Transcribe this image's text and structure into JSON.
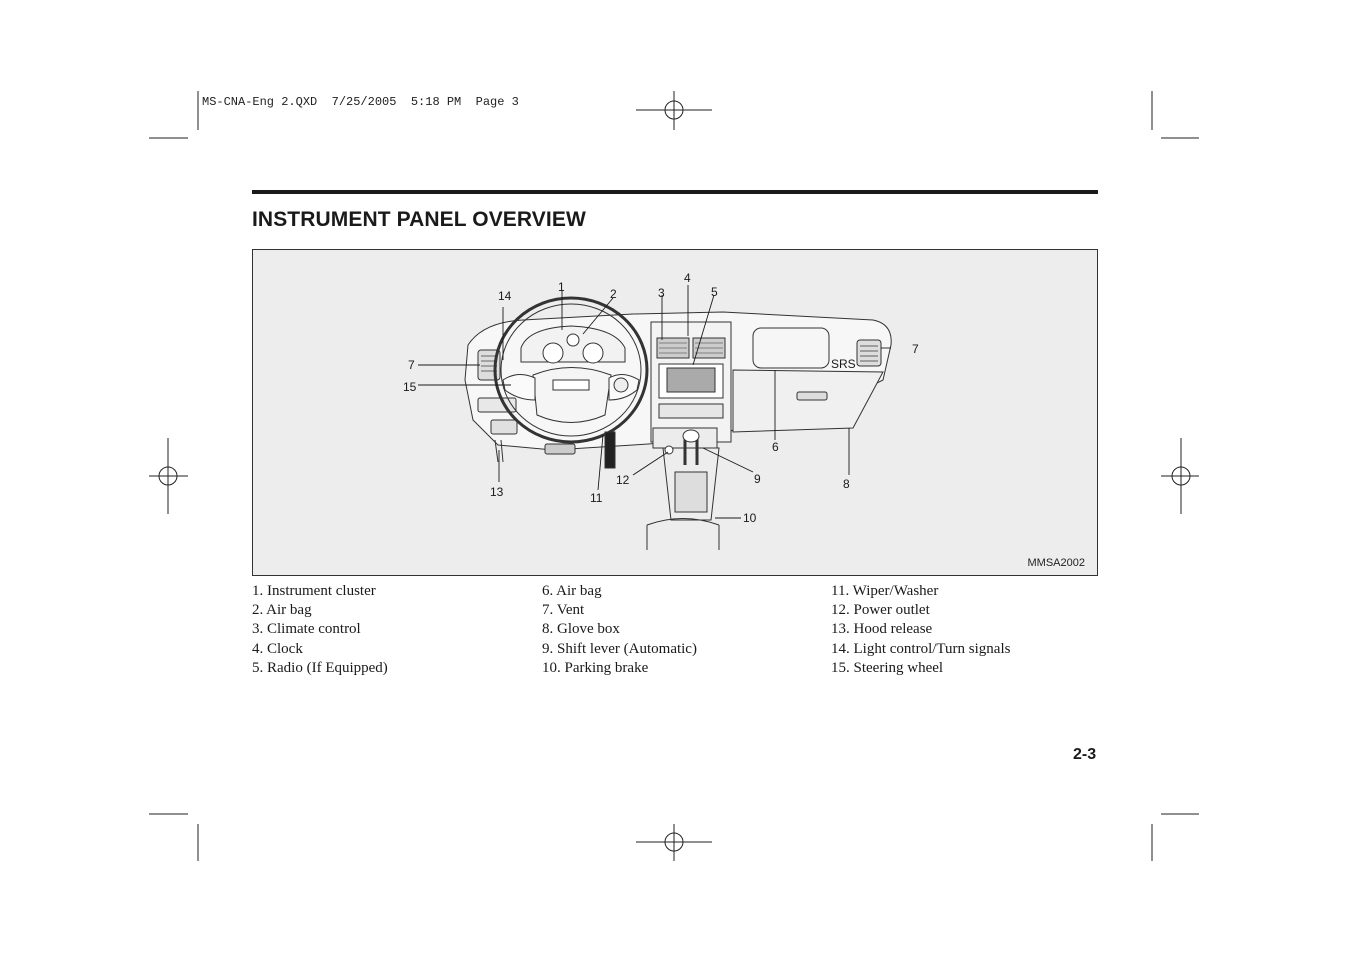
{
  "slug": "MS-CNA-Eng 2.QXD  7/25/2005  5:18 PM  Page 3",
  "title": "INSTRUMENT PANEL OVERVIEW",
  "figure": {
    "code": "MMSA2002",
    "srs_label": "SRS",
    "callouts": [
      "1",
      "2",
      "3",
      "4",
      "5",
      "6",
      "7",
      "7",
      "8",
      "9",
      "10",
      "11",
      "12",
      "13",
      "14",
      "15"
    ]
  },
  "legend": {
    "col1": [
      "1. Instrument cluster",
      "2. Air bag",
      "3. Climate control",
      "4. Clock",
      "5. Radio (If Equipped)"
    ],
    "col2": [
      "6. Air bag",
      "7. Vent",
      "8. Glove box",
      "9. Shift lever (Automatic)",
      "10. Parking brake"
    ],
    "col3": [
      "11. Wiper/Washer",
      "12. Power outlet",
      "13. Hood release",
      "14. Light control/Turn signals",
      "15. Steering wheel"
    ]
  },
  "page_number": "2-3"
}
